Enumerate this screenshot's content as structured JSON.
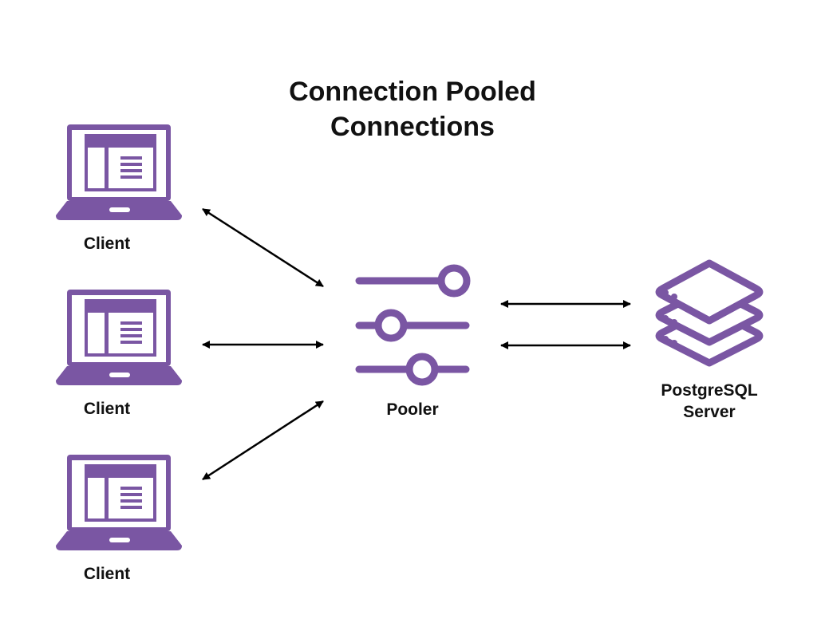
{
  "diagram": {
    "title_line1": "Connection Pooled",
    "title_line2": "Connections",
    "accent_color": "#7a56a3",
    "nodes": {
      "clients": [
        {
          "label": "Client",
          "icon": "laptop-icon"
        },
        {
          "label": "Client",
          "icon": "laptop-icon"
        },
        {
          "label": "Client",
          "icon": "laptop-icon"
        }
      ],
      "pooler": {
        "label": "Pooler",
        "icon": "sliders-icon"
      },
      "server": {
        "label_line1": "PostgreSQL",
        "label_line2": "Server",
        "icon": "database-server-icon"
      }
    },
    "edges": [
      {
        "from": "client-1",
        "to": "pooler",
        "direction": "bidirectional"
      },
      {
        "from": "client-2",
        "to": "pooler",
        "direction": "bidirectional"
      },
      {
        "from": "client-3",
        "to": "pooler",
        "direction": "bidirectional"
      },
      {
        "from": "pooler",
        "to": "server",
        "direction": "bidirectional"
      },
      {
        "from": "pooler",
        "to": "server",
        "direction": "bidirectional"
      }
    ]
  }
}
